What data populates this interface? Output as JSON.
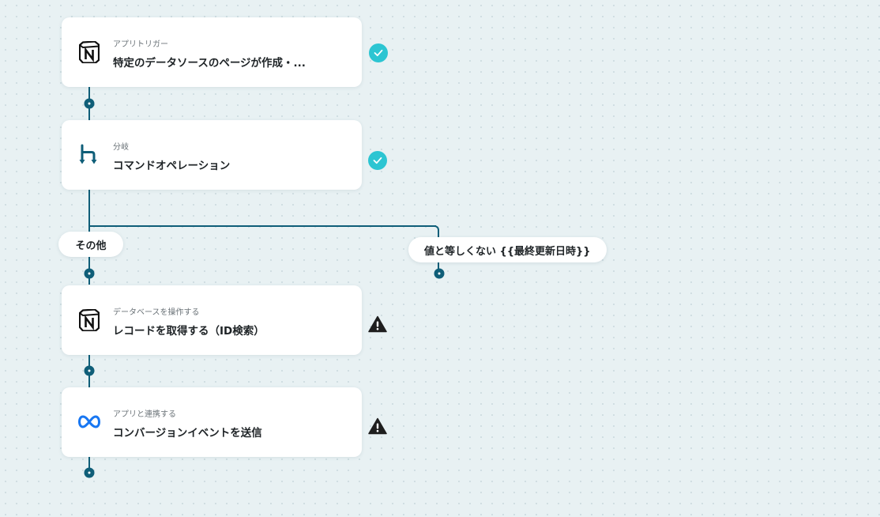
{
  "steps": [
    {
      "subtitle": "アプリトリガー",
      "title": "特定のデータソースのページが作成・...",
      "icon": "notion-icon",
      "status": "completed"
    },
    {
      "subtitle": "分岐",
      "title": "コマンドオペレーション",
      "icon": "branch-icon",
      "status": "completed"
    },
    {
      "subtitle": "データベースを操作する",
      "title": "レコードを取得する（ID検索）",
      "icon": "notion-icon",
      "status": "warning"
    },
    {
      "subtitle": "アプリと連携する",
      "title": "コンバージョンイベントを送信",
      "icon": "meta-icon",
      "status": "warning"
    }
  ],
  "branches": {
    "default_label": "その他",
    "condition_label": "値と等しくない {{最終更新日時}}"
  },
  "colors": {
    "connector": "#0f5e78",
    "check_badge": "#2cc5d2",
    "warning": "#1e1e1e",
    "branch_icon": "#0f5e78",
    "meta_icon": "#1877f2"
  }
}
